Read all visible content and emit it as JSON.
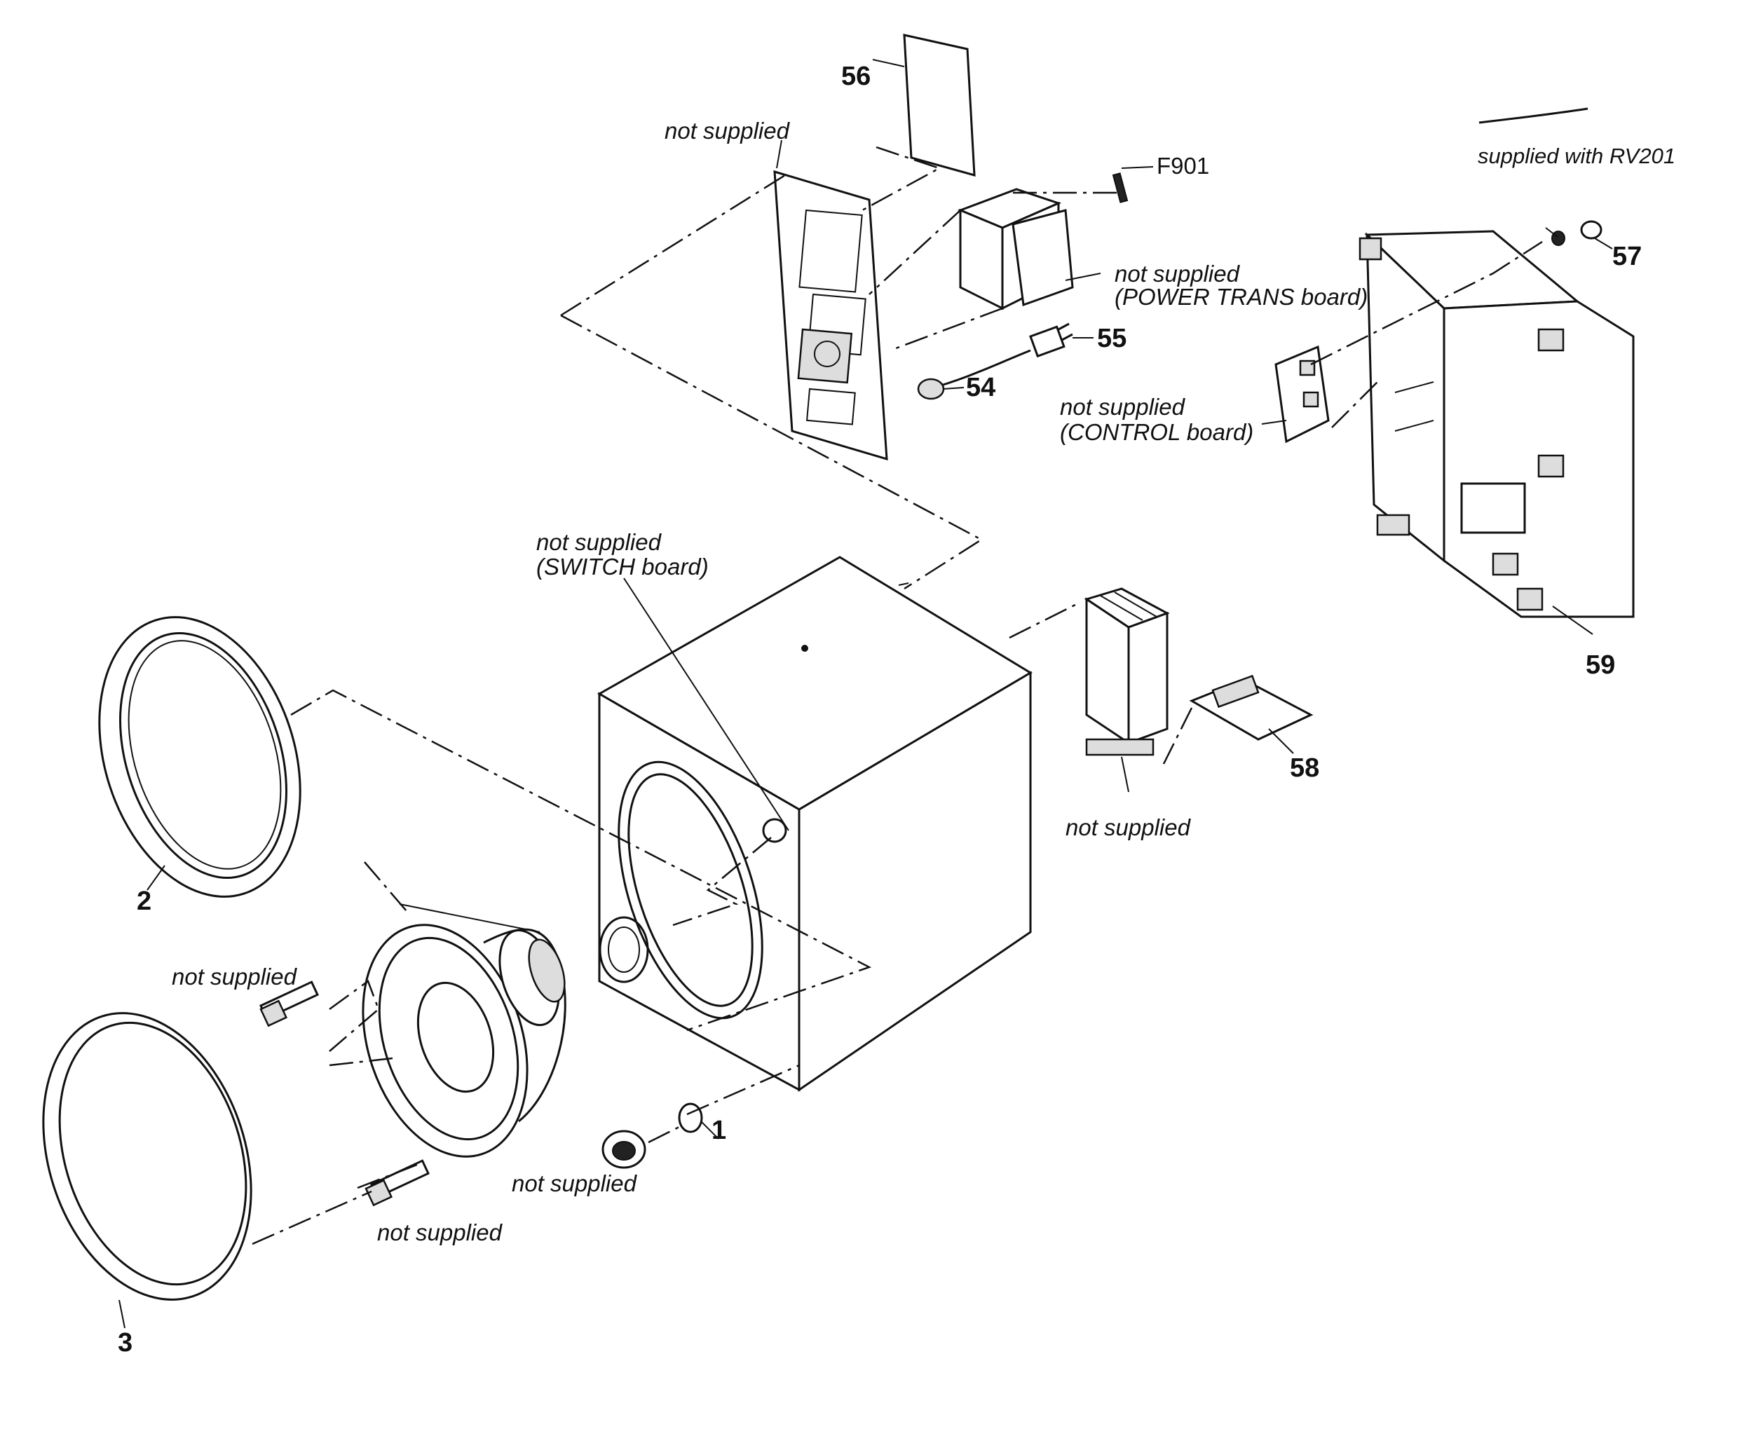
{
  "labels": {
    "not_supplied_top": "not supplied",
    "f901": "F901",
    "supplied_with_rv201": "supplied with RV201",
    "not_supplied_power_trans": "not supplied",
    "power_trans_board": "(POWER TRANS board)",
    "not_supplied_control": "not supplied",
    "control_board": "(CONTROL board)",
    "not_supplied_switch": "not supplied",
    "switch_board": "(SWITCH board)",
    "not_supplied_heatsink": "not supplied",
    "not_supplied_screw_top": "not supplied",
    "not_supplied_screw_bottom": "not supplied",
    "not_supplied_knob": "not supplied"
  },
  "part_numbers": {
    "p56": "56",
    "p57": "57",
    "p55": "55",
    "p54": "54",
    "p59": "59",
    "p58": "58",
    "p2": "2",
    "p1": "1",
    "p3": "3"
  }
}
